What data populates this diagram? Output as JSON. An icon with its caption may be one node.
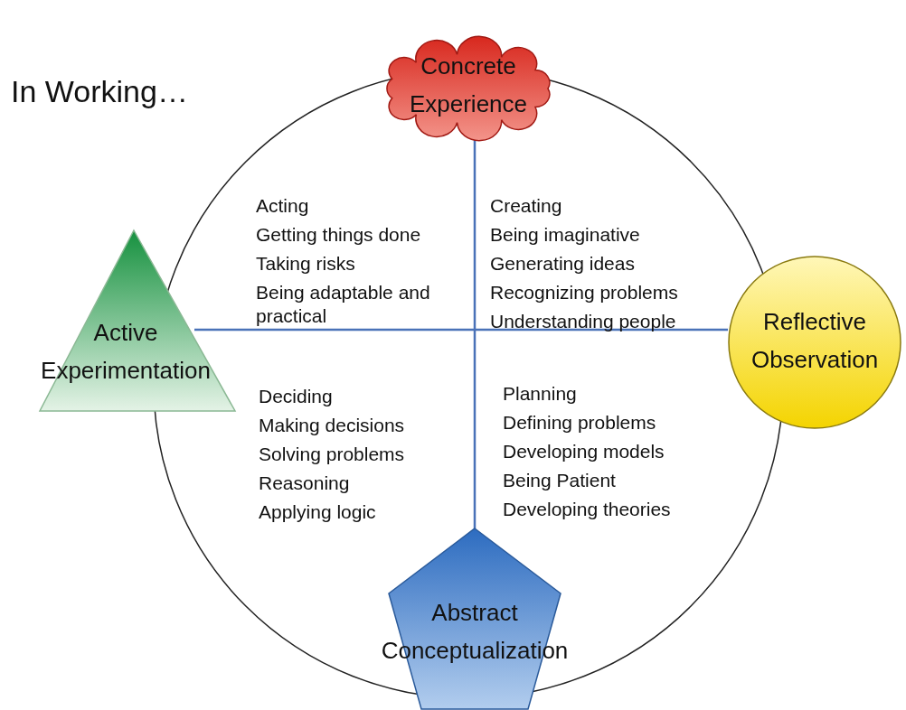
{
  "diagram": {
    "title": "In Working…",
    "nodes": [
      {
        "text": [
          "Concrete Experience"
        ]
      },
      {
        "text": [
          "Reflective Observation"
        ]
      },
      {
        "text": [
          "Abstract Conceptualization"
        ]
      },
      {
        "text": [
          "Active Experimentation"
        ]
      }
    ],
    "edges": [
      {
        "from": 0,
        "to": 2,
        "arrow": "none"
      },
      {
        "from": 3,
        "to": 1,
        "arrow": "none"
      }
    ],
    "labels": [
      "Acting",
      "Getting things done",
      "Taking risks",
      "Being adaptable and practical",
      "Creating",
      "Being imaginative",
      "Generating ideas",
      "Recognizing problems",
      "Understanding people",
      "Deciding",
      "Making decisions",
      "Solving problems",
      "Reasoning",
      "Applying logic",
      "Planning",
      "Defining problems",
      "Developing models",
      "Being Patient",
      "Developing theories"
    ]
  }
}
